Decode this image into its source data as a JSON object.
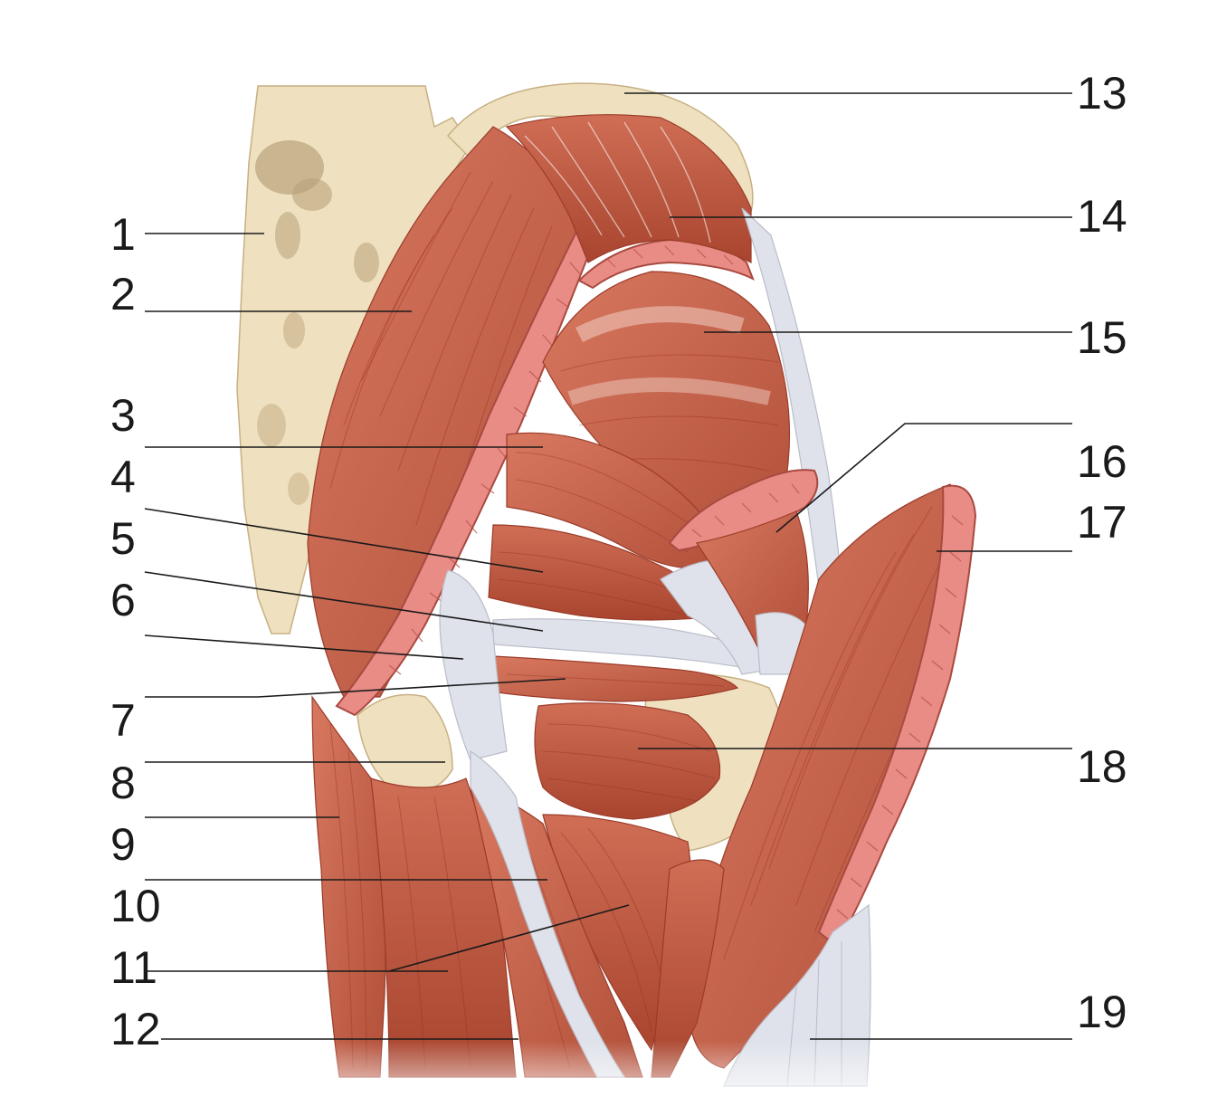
{
  "colors": {
    "bone": "#efe1bf",
    "muscle": "#c9654f",
    "muscle_dark": "#a8442f",
    "tendon": "#dfe2ea",
    "cut_edge": "#e98c86",
    "line": "#1a1a1a"
  },
  "labels": {
    "l1": "1",
    "l2": "2",
    "l3": "3",
    "l4": "4",
    "l5": "5",
    "l6": "6",
    "l7": "7",
    "l8": "8",
    "l9": "9",
    "l10": "10",
    "l11": "11",
    "l12": "12",
    "l13": "13",
    "l14": "14",
    "l15": "15",
    "l16": "16",
    "l17": "17",
    "l18": "18",
    "l19": "19"
  }
}
